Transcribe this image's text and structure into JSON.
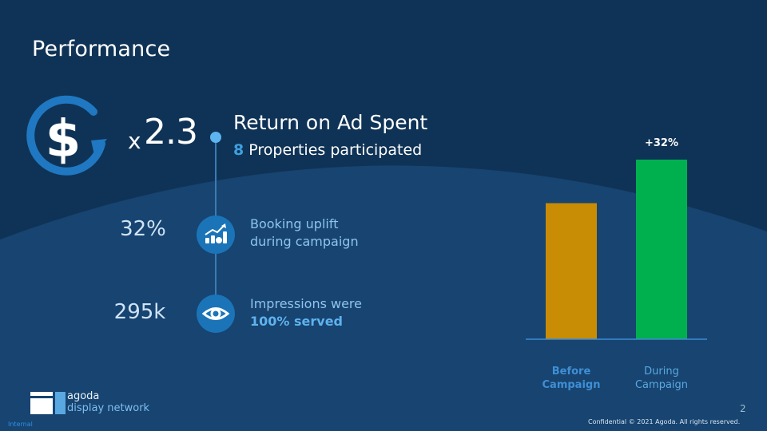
{
  "slide": {
    "title": "Performance",
    "roas": {
      "prefix": "x",
      "value": "2.3",
      "title": "Return on Ad Spent",
      "properties_count": "8",
      "properties_text": "Properties participated"
    },
    "stats": [
      {
        "value": "32%",
        "line1": "Booking uplift",
        "line2": "during campaign",
        "icon": "growth-chart-icon"
      },
      {
        "value": "295k",
        "line1": "Impressions were",
        "line2": "100% served",
        "icon": "eye-icon"
      }
    ],
    "dollar_icon": "dollar-cycle-icon"
  },
  "chart_data": {
    "type": "bar",
    "categories": [
      "Before Campaign",
      "During Campaign"
    ],
    "values": [
      100,
      132
    ],
    "annotation": "+32%",
    "ylim": [
      0,
      132
    ],
    "grid": false,
    "colors": [
      "#c98c05",
      "#00b04f"
    ],
    "category_label_lines": [
      [
        "Before",
        "Campaign"
      ],
      [
        "During",
        "Campaign"
      ]
    ]
  },
  "footer": {
    "logo_line1": "agoda",
    "logo_line2": "display network",
    "page_number": "2",
    "confidential": "Confidential © 2021 Agoda. All rights reserved.",
    "classification": "Internal"
  },
  "colors": {
    "background": "#0f3356",
    "arc": "#174470",
    "accent": "#3ea0e0",
    "icon_circle": "#1b74b8"
  }
}
